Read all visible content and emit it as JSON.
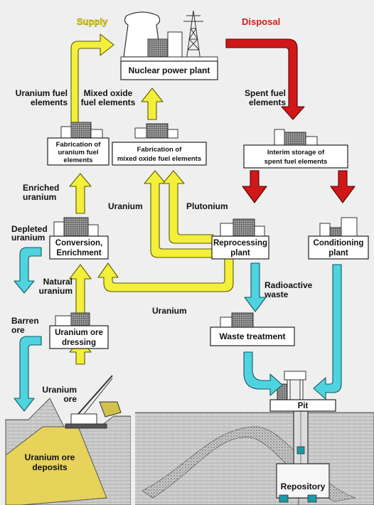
{
  "headers": {
    "supply": "Supply",
    "disposal": "Disposal"
  },
  "boxes": {
    "nuclear_power_plant": "Nuclear power plant",
    "fabrication_uranium_fuel": [
      "Fabrication of",
      "uranium fuel",
      "elements"
    ],
    "fabrication_mox": [
      "Fabrication of",
      "mixed oxide fuel elements"
    ],
    "interim_storage": [
      "Interim storage of",
      "spent fuel elements"
    ],
    "conversion": [
      "Conversion,",
      "Enrichment"
    ],
    "reprocessing": [
      "Reprocessing",
      "plant"
    ],
    "conditioning": [
      "Conditioning",
      "plant"
    ],
    "uranium_ore_dressing": [
      "Uranium ore",
      "dressing"
    ],
    "waste_treatment": "Waste treatment",
    "pit": "Pit"
  },
  "labels": {
    "uranium_fuel_elements": [
      "Uranium fuel",
      "elements"
    ],
    "mixed_oxide_fuel_elements": [
      "Mixed oxide",
      "fuel elements"
    ],
    "spent_fuel_elements": [
      "Spent fuel",
      "elements"
    ],
    "enriched_uranium": [
      "Enriched",
      "uranium"
    ],
    "uranium_mid": "Uranium",
    "plutonium": "Plutonium",
    "depleted_uranium": [
      "Depleted",
      "uranium"
    ],
    "natural_uranium": [
      "Natural",
      "uranium"
    ],
    "uranium_bottom": "Uranium",
    "radioactive_waste": [
      "Radioactive",
      "waste"
    ],
    "barren_ore": [
      "Barren",
      "ore"
    ],
    "uranium_ore": [
      "Uranium",
      "ore"
    ],
    "uranium_ore_deposits": [
      "Uranium ore",
      "deposits"
    ],
    "repository": "Repository"
  },
  "colors": {
    "supply_text": "#e8e000",
    "disposal_text": "#d81a1a",
    "yellow_arrow": "#f4ef3a",
    "red_arrow": "#d01818",
    "cyan_arrow": "#4fd3df",
    "deposit": "#e7d25a"
  }
}
